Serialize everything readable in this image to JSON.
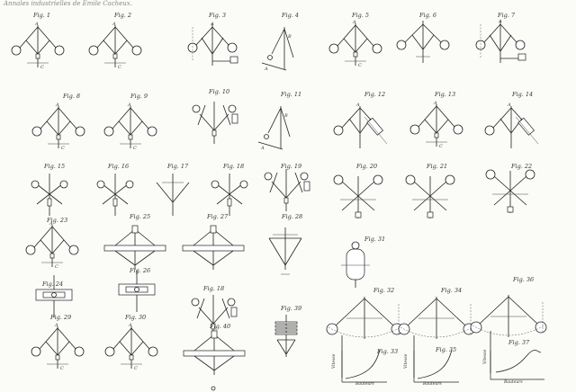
{
  "header": {
    "text": "Annales industrielles de Émile Cacheux."
  },
  "figures": [
    {
      "key": "f1",
      "label": "Fig. 1"
    },
    {
      "key": "f2",
      "label": "Fig. 2"
    },
    {
      "key": "f3",
      "label": "Fig. 3"
    },
    {
      "key": "f4",
      "label": "Fig. 4"
    },
    {
      "key": "f5",
      "label": "Fig. 5"
    },
    {
      "key": "f6",
      "label": "Fig. 6"
    },
    {
      "key": "f7",
      "label": "Fig. 7"
    },
    {
      "key": "f8",
      "label": "Fig. 8"
    },
    {
      "key": "f9",
      "label": "Fig. 9"
    },
    {
      "key": "f10",
      "label": "Fig. 10"
    },
    {
      "key": "f11",
      "label": "Fig. 11"
    },
    {
      "key": "f12",
      "label": "Fig. 12"
    },
    {
      "key": "f13",
      "label": "Fig. 13"
    },
    {
      "key": "f14",
      "label": "Fig. 14"
    },
    {
      "key": "f15",
      "label": "Fig. 15"
    },
    {
      "key": "f16",
      "label": "Fig. 16"
    },
    {
      "key": "f17",
      "label": "Fig. 17"
    },
    {
      "key": "f18",
      "label": "Fig. 18"
    },
    {
      "key": "f19",
      "label": "Fig. 19"
    },
    {
      "key": "f20",
      "label": "Fig. 20"
    },
    {
      "key": "f21",
      "label": "Fig. 21"
    },
    {
      "key": "f22",
      "label": "Fig. 22"
    },
    {
      "key": "f23",
      "label": "Fig. 23"
    },
    {
      "key": "f25",
      "label": "Fig. 25"
    },
    {
      "key": "f27",
      "label": "Fig. 27"
    },
    {
      "key": "f28",
      "label": "Fig. 28"
    },
    {
      "key": "f31",
      "label": "Fig. 31"
    },
    {
      "key": "f24",
      "label": "Fig. 24"
    },
    {
      "key": "f26",
      "label": "Fig. 26"
    },
    {
      "key": "f29",
      "label": "Fig. 29"
    },
    {
      "key": "f30",
      "label": "Fig. 30"
    },
    {
      "key": "f18b",
      "label": "Fig. 18"
    },
    {
      "key": "f40",
      "label": "Fig. 40"
    },
    {
      "key": "f32",
      "label": "Fig. 32"
    },
    {
      "key": "f34",
      "label": "Fig. 34"
    },
    {
      "key": "f36",
      "label": "Fig. 36"
    },
    {
      "key": "f33",
      "label": "Fig. 33"
    },
    {
      "key": "f35",
      "label": "Fig. 35"
    },
    {
      "key": "f37",
      "label": "Fig. 37"
    },
    {
      "key": "f39",
      "label": "Fig. 39"
    }
  ],
  "curve_labels": {
    "x_axis": "Bauteurs",
    "y_axis": "Vitesse"
  }
}
